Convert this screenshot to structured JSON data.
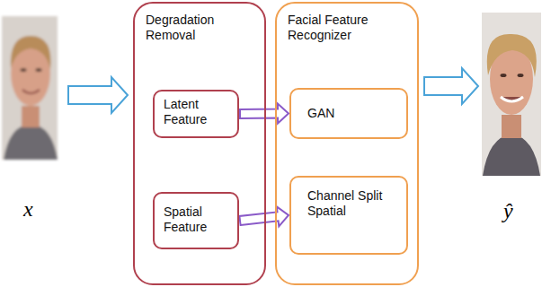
{
  "diagram": {
    "nodes": [
      {
        "text": [
          "Degradation Removal"
        ]
      },
      {
        "text": [
          "Latent Feature"
        ],
        "in": 0
      },
      {
        "text": [
          "Spatial Feature"
        ],
        "in": 0
      },
      {
        "text": [
          "Facial Feature Recognizer"
        ]
      },
      {
        "text": [
          "GAN"
        ],
        "in": 3
      },
      {
        "text": [
          "Channel Split Spatial"
        ],
        "in": 3
      }
    ],
    "edges": [
      {
        "from": 1,
        "to": 4,
        "arrow": "to"
      },
      {
        "from": 2,
        "to": 5,
        "arrow": "to"
      }
    ],
    "labels": [
      "x",
      "ŷ"
    ]
  }
}
